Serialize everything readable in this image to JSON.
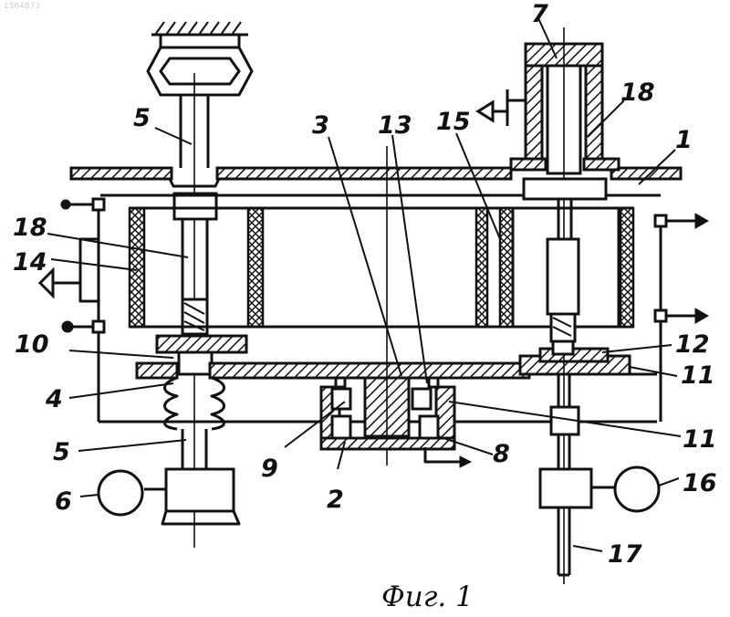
{
  "watermark": "1564873",
  "caption": "Фиг. 1",
  "labels": {
    "l1": "1",
    "l2": "2",
    "l3": "3",
    "l4": "4",
    "l5_top": "5",
    "l5_bottom": "5",
    "l6": "6",
    "l7": "7",
    "l8": "8",
    "l9": "9",
    "l10": "10",
    "l11_upper": "11",
    "l11_lower": "11",
    "l12": "12",
    "l13": "13",
    "l14": "14",
    "l15": "15",
    "l16": "16",
    "l17": "17",
    "l18_left": "18",
    "l18_right": "18"
  }
}
